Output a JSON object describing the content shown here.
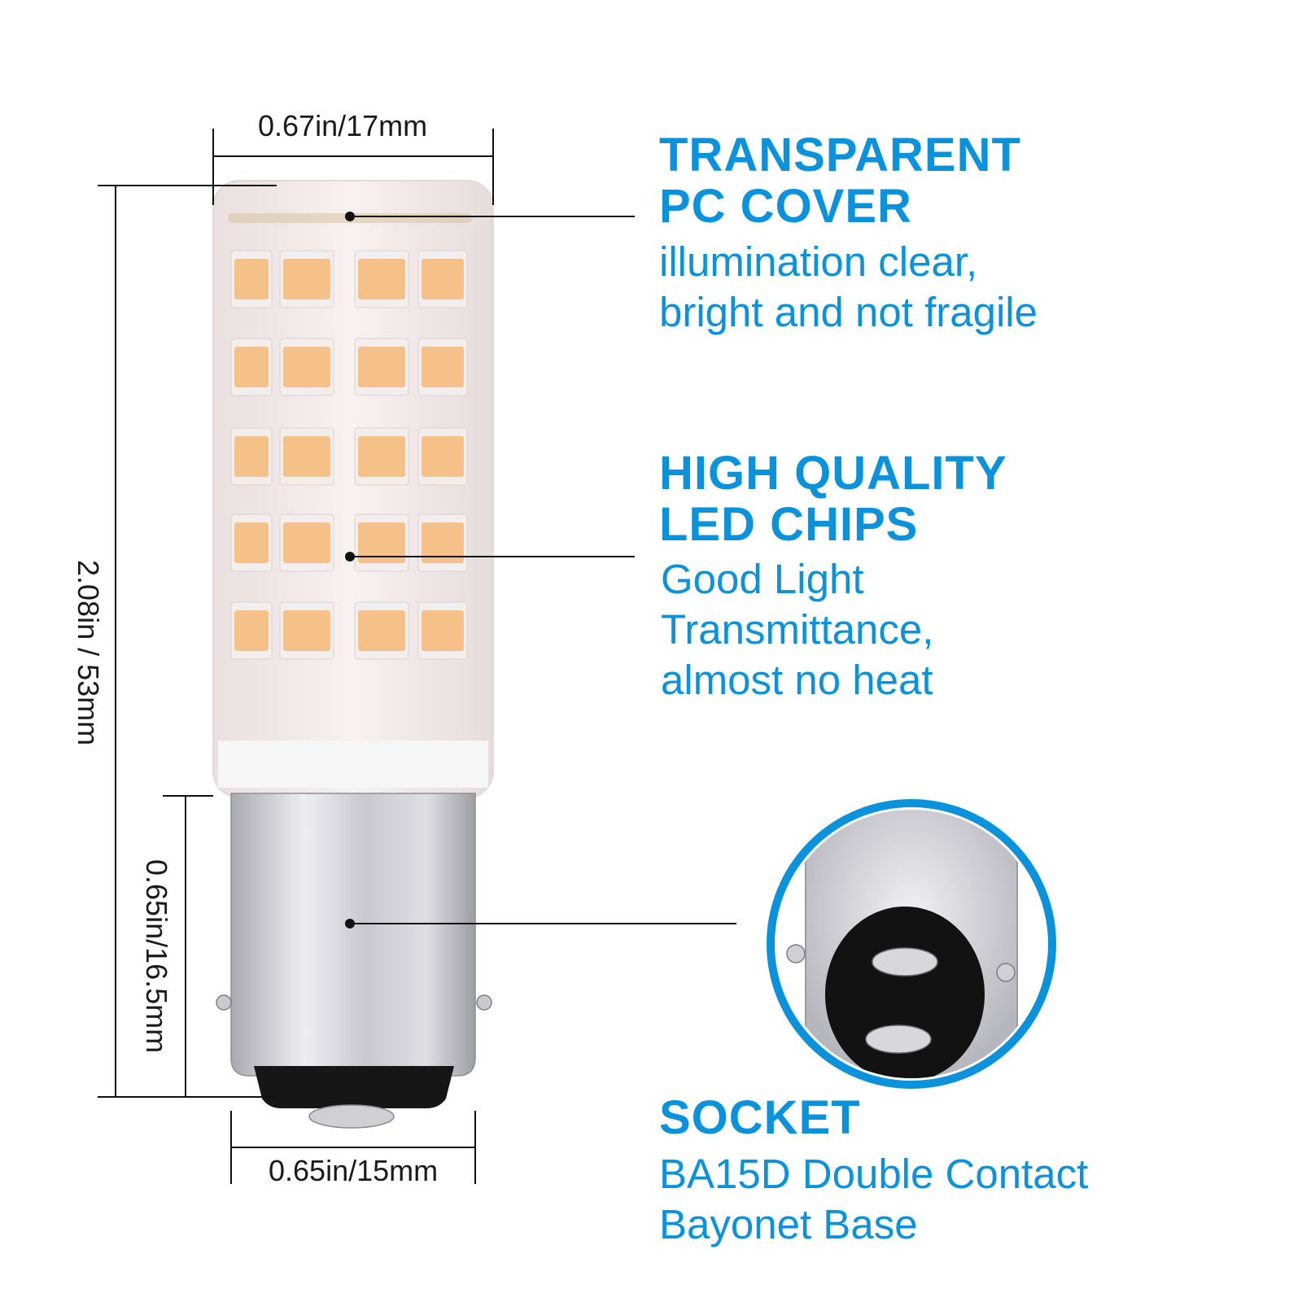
{
  "dimensions": {
    "top_width": "0.67in/17mm",
    "total_height": "2.08in / 53mm",
    "base_height": "0.65in/16.5mm",
    "base_width": "0.65in/15mm"
  },
  "features": [
    {
      "title_line1": "TRANSPARENT",
      "title_line2": "PC COVER",
      "desc_lines": [
        "illumination clear,",
        "bright and not fragile"
      ]
    },
    {
      "title_line1": "HIGH QUALITY",
      "title_line2": "LED CHIPS",
      "desc_lines": [
        "Good Light",
        "Transmittance,",
        "almost no heat"
      ]
    },
    {
      "title_line1": "SOCKET",
      "desc_lines": [
        "BA15D Double Contact",
        "Bayonet Base"
      ]
    }
  ],
  "colors": {
    "accent": "#0a92dc",
    "led_chip": "#f6c189",
    "base_metal": "#cfcfd4"
  },
  "icons": {
    "led_bulb": "led-bulb-illustration",
    "socket_detail": "ba15d-socket-closeup"
  }
}
